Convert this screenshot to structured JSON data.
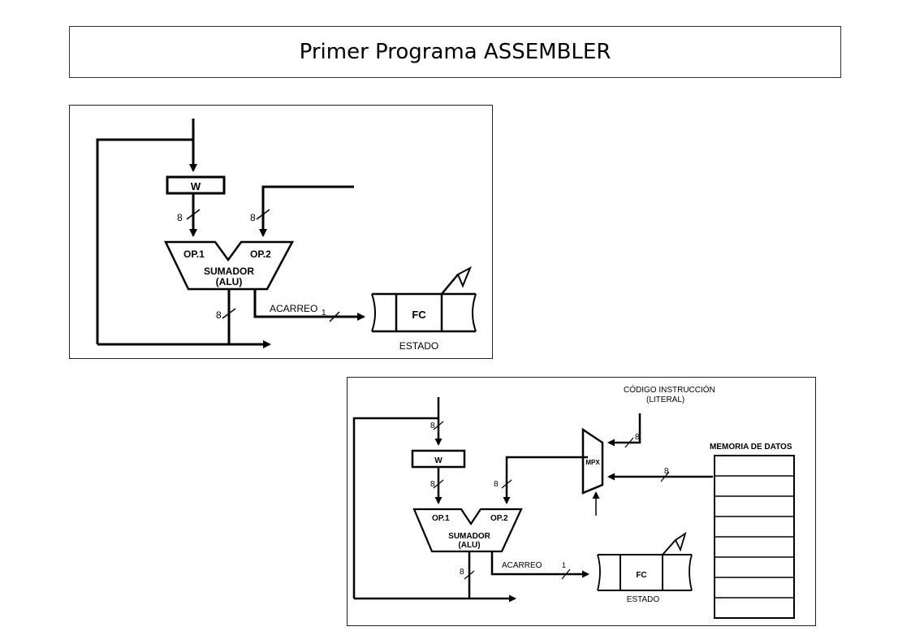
{
  "slide": {
    "title": "Primer Programa ASSEMBLER"
  },
  "diagram1": {
    "register_w": "W",
    "op1": "OP.1",
    "op2": "OP.2",
    "alu_line1": "SUMADOR",
    "alu_line2": "(ALU)",
    "carry": "ACARREO",
    "flag": "FC",
    "status": "ESTADO",
    "bus_w_alu": "8",
    "bus_op2": "8",
    "bus_out": "8",
    "bus_carry": "1"
  },
  "diagram2": {
    "register_w": "W",
    "op1": "OP.1",
    "op2": "OP.2",
    "alu_line1": "SUMADOR",
    "alu_line2": "(ALU)",
    "carry": "ACARREO",
    "flag": "FC",
    "status": "ESTADO",
    "mux": "MPX",
    "instr_code_line1": "CÓDIGO INSTRUCCIÓN",
    "instr_code_line2": "(LITERAL)",
    "data_memory": "MEMORIA DE DATOS",
    "bus_in_w": "8",
    "bus_w_alu": "8",
    "bus_op2": "8",
    "bus_literal": "8",
    "bus_mem": "8",
    "bus_out": "8",
    "bus_carry": "1"
  }
}
